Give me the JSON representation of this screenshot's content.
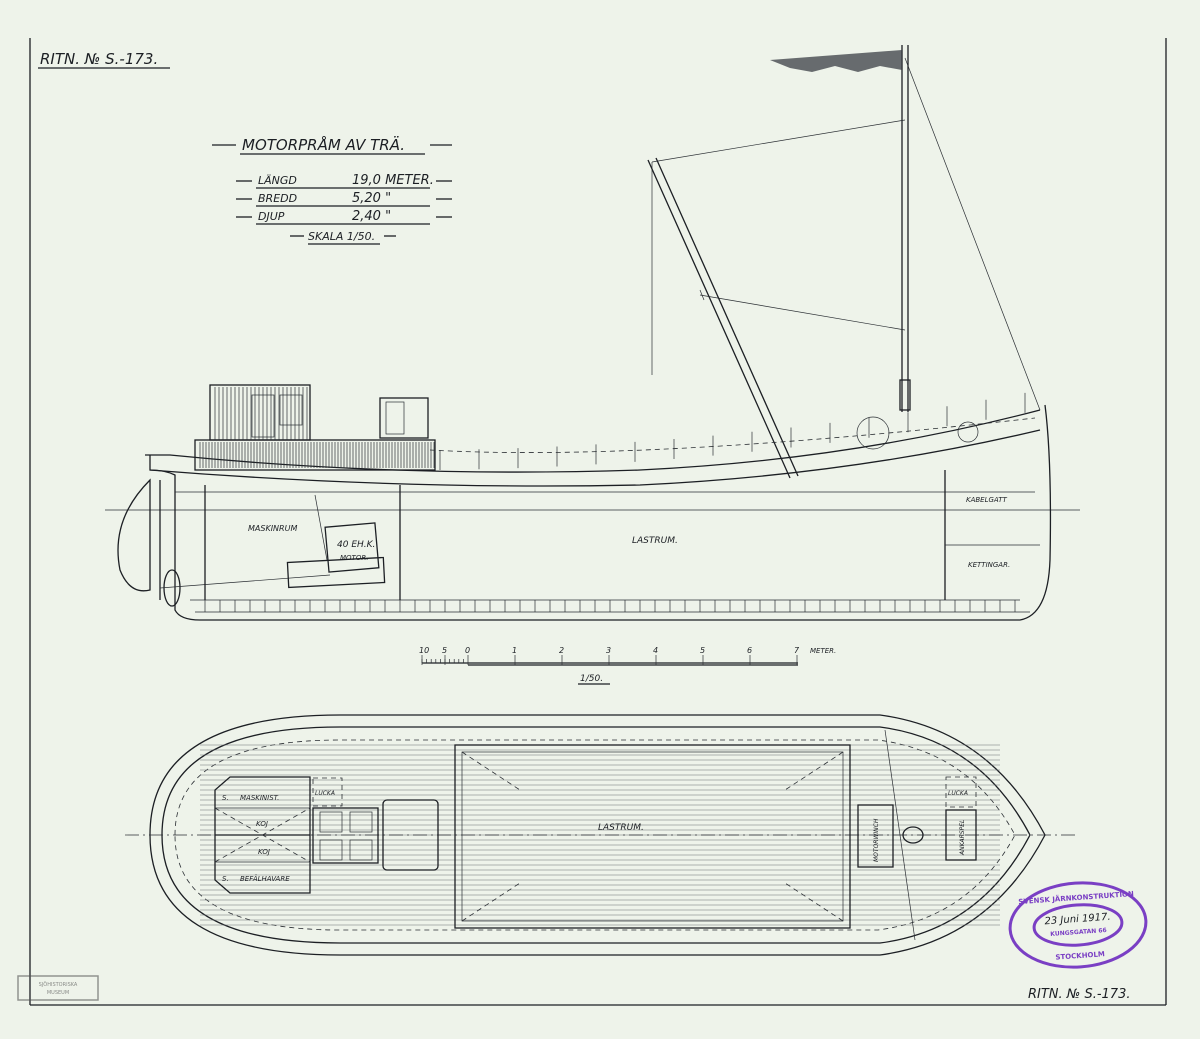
{
  "drawing_number": "RITN. № S.-173.",
  "title_block": {
    "title": "MOTORPRÅM AV TRÄ.",
    "rows": [
      {
        "label": "LÄNGD",
        "value": "19,0 METER."
      },
      {
        "label": "BREDD",
        "value": "5,20 \""
      },
      {
        "label": "DJUP",
        "value": "2,40 \""
      }
    ],
    "scale": "SKALA 1/50."
  },
  "side_view": {
    "labels": {
      "engine_room": "MASKINRUM",
      "engine_power": "40 EH.K.",
      "engine": "MOTOR.",
      "hold": "LASTRUM.",
      "cable_locker": "KABELGATT",
      "chains": "KETTINGAR."
    }
  },
  "scale_bar": {
    "ticks": [
      "10",
      "5",
      "0",
      "1",
      "2",
      "3",
      "4",
      "5",
      "6",
      "7"
    ],
    "unit": "METER.",
    "scale": "1/50."
  },
  "plan_view": {
    "labels": {
      "cabin_engineer": "MASKINIST.",
      "cabin_master": "BEFÄLHAVARE",
      "berth1": "KOJ",
      "berth2": "KOJ",
      "s1": "S.",
      "s2": "S.",
      "hatch_aft": "LUCKA",
      "hold": "LASTRUM.",
      "motor_winch": "MOTORWINCH",
      "hatch_fwd": "LUCKA",
      "windlass": "ANKARSPEL"
    }
  },
  "stamp": {
    "company": "SVENSK JÄRNKONSTRUKTION",
    "date": "23 Juni 1917.",
    "address": "KUNGSGATAN 66",
    "city": "STOCKHOLM"
  },
  "archive_stamp": {
    "line1": "SJÖHISTORISKA",
    "line2": "MUSEUM"
  },
  "drawing_number_bottom": "RITN. № S.-173."
}
